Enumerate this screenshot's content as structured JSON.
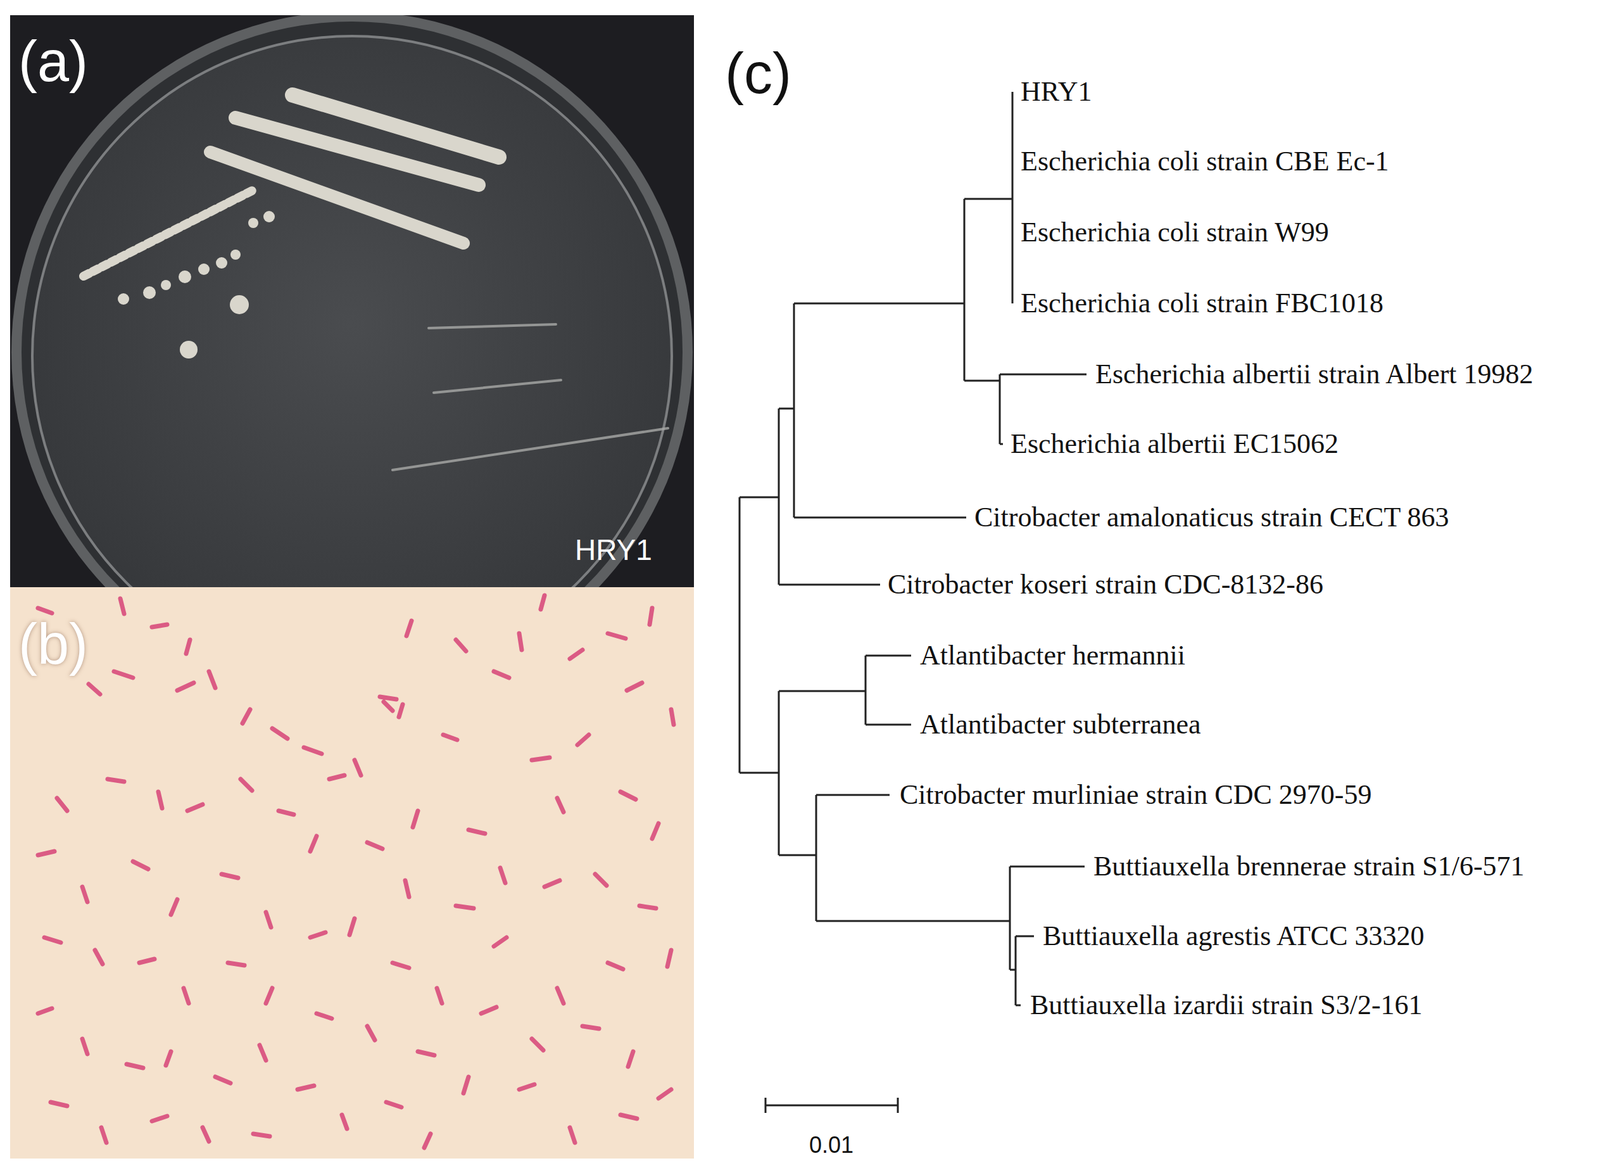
{
  "diagram": {
    "labels": [
      "(a)",
      "HRY1",
      "(b)",
      "(c)",
      "HRY1",
      "Escherichia coli strain CBE Ec-1",
      "Escherichia coli strain W99",
      "Escherichia coli strain FBC1018",
      "Escherichia albertii strain Albert 19982",
      "Escherichia albertii EC15062",
      "Citrobacter amalonaticus strain CECT 863",
      "Citrobacter koseri strain CDC-8132-86",
      "Atlantibacter hermannii",
      "Atlantibacter subterranea",
      "Citrobacter murliniae strain CDC 2970-59",
      "Buttiauxella brennerae strain S1/6-571",
      "Buttiauxella agrestis ATCC 33320",
      "Buttiauxella izardii strain S3/2-161",
      "0.01"
    ]
  }
}
